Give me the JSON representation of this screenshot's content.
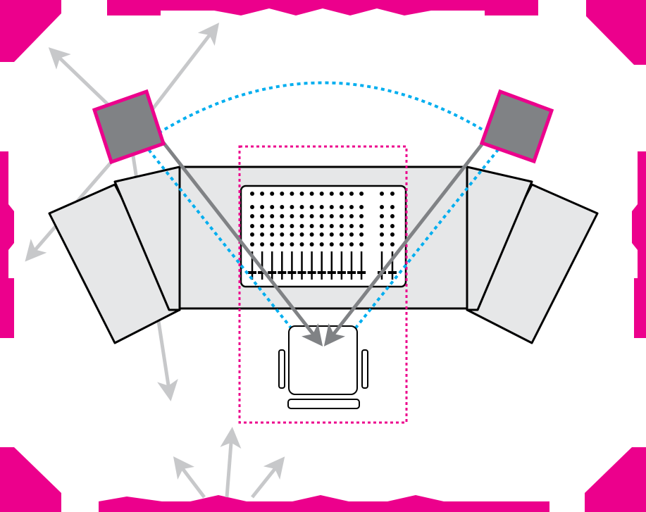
{
  "colors": {
    "wall": "#ec008c",
    "speaker_fill": "#808285",
    "desk_fill": "#e6e7e8",
    "direct_arrow": "#808285",
    "reflection_arrow": "#c7c8ca",
    "listening_triangle": "#00aeef",
    "sweet_spot_zone": "#ec008c"
  },
  "mixer": {
    "channel_strips": 12,
    "extra_strips": 2,
    "knob_rows": 6
  }
}
